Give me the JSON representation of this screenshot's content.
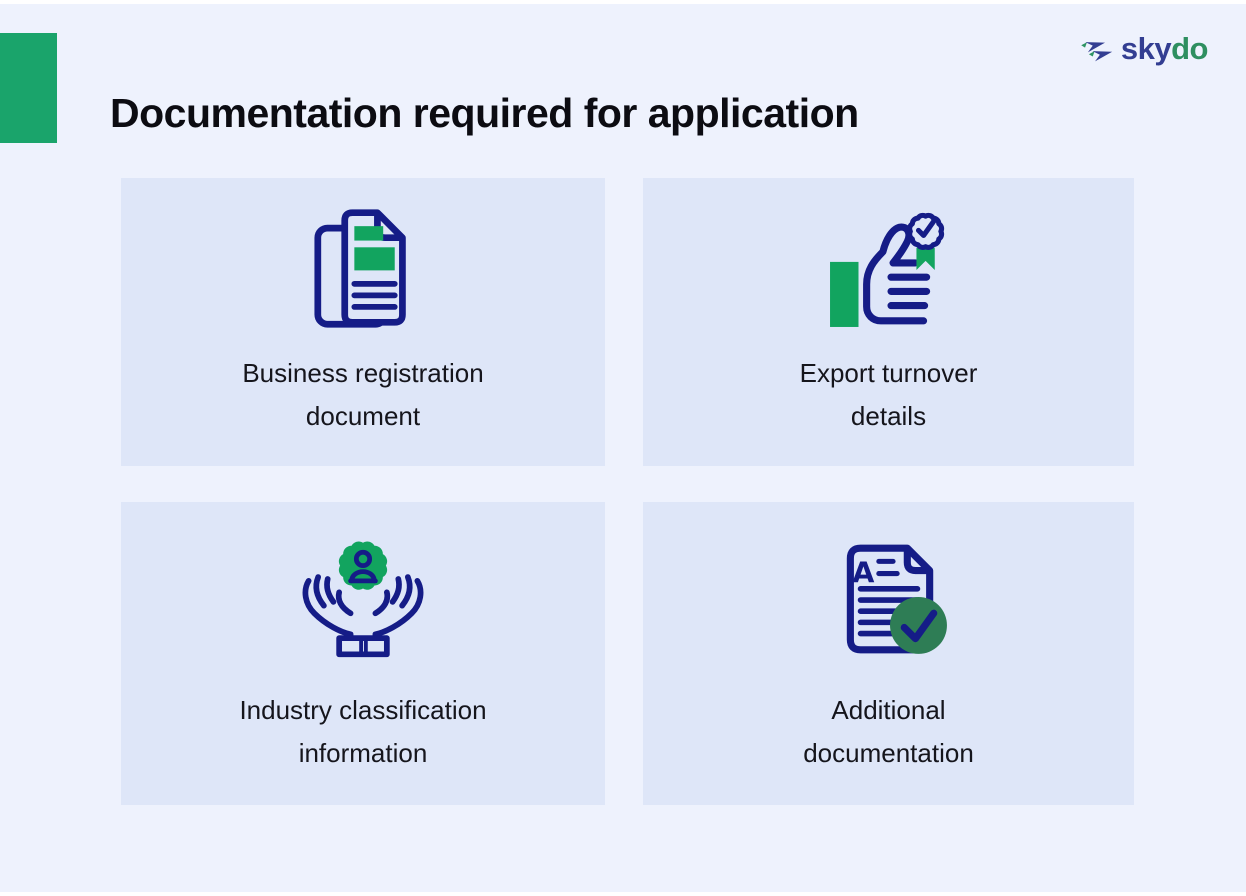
{
  "header": {
    "title": "Documentation required for application"
  },
  "logo": {
    "part1": "sky",
    "part2": "do"
  },
  "colors": {
    "page_bg": "#EEF2FD",
    "card_bg": "#DEE6F8",
    "accent_green": "#1AA46B",
    "icon_green": "#12A45F",
    "dark_green_circle": "#2E7D55",
    "icon_navy": "#151C87",
    "logo_blue": "#333E92",
    "logo_green": "#2E8F60",
    "title_text": "#0c0c12"
  },
  "cards": [
    {
      "id": "business-registration",
      "icon": "documents-icon",
      "label": "Business registration document"
    },
    {
      "id": "export-turnover",
      "icon": "thumbs-up-badge-icon",
      "label": "Export turnover details"
    },
    {
      "id": "industry-classification",
      "icon": "hands-person-seal-icon",
      "label": "Industry classification information"
    },
    {
      "id": "additional-documentation",
      "icon": "document-check-icon",
      "label": "Additional documentation"
    }
  ]
}
